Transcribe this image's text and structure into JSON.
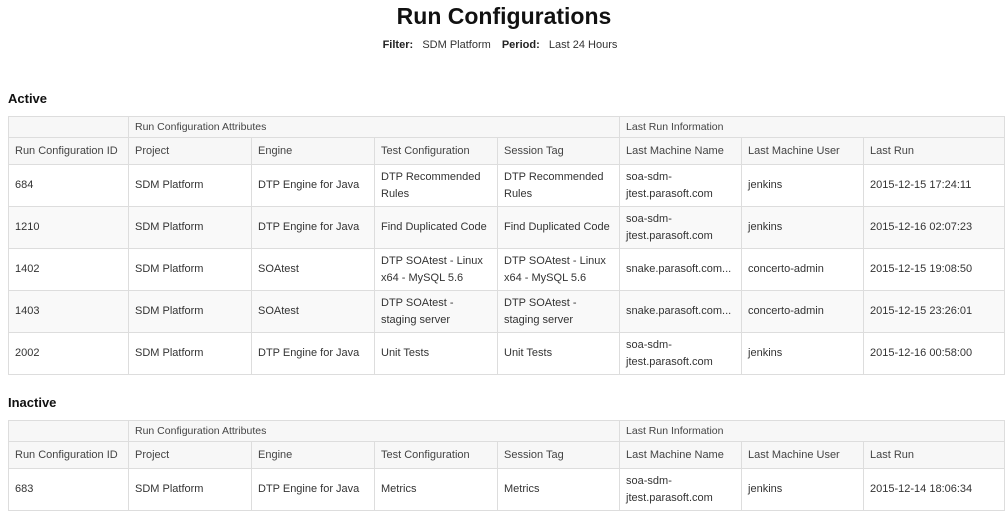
{
  "page": {
    "title": "Run Configurations",
    "filter_label": "Filter:",
    "filter_value": "SDM Platform",
    "period_label": "Period:",
    "period_value": "Last 24 Hours"
  },
  "groups": {
    "attributes": "Run Configuration Attributes",
    "last_run": "Last Run Information"
  },
  "columns": {
    "id": "Run Configuration ID",
    "project": "Project",
    "engine": "Engine",
    "test_config": "Test Configuration",
    "session_tag": "Session Tag",
    "machine_name": "Last Machine Name",
    "machine_user": "Last Machine User",
    "last_run": "Last Run"
  },
  "active": {
    "title": "Active",
    "rows": [
      {
        "id": "684",
        "project": "SDM Platform",
        "engine": "DTP Engine for Java",
        "test_config": "DTP Recommended Rules",
        "session_tag": "DTP Recommended Rules",
        "machine_name": "soa-sdm-jtest.parasoft.com",
        "machine_user": "jenkins",
        "last_run": "2015-12-15 17:24:11"
      },
      {
        "id": "1210",
        "project": "SDM Platform",
        "engine": "DTP Engine for Java",
        "test_config": "Find Duplicated Code",
        "session_tag": "Find Duplicated Code",
        "machine_name": "soa-sdm-jtest.parasoft.com",
        "machine_user": "jenkins",
        "last_run": "2015-12-16 02:07:23"
      },
      {
        "id": "1402",
        "project": "SDM Platform",
        "engine": "SOAtest",
        "test_config": "DTP SOAtest - Linux x64 - MySQL 5.6",
        "session_tag": "DTP SOAtest - Linux x64 - MySQL 5.6",
        "machine_name": "snake.parasoft.com...",
        "machine_user": "concerto-admin",
        "last_run": "2015-12-15 19:08:50"
      },
      {
        "id": "1403",
        "project": "SDM Platform",
        "engine": "SOAtest",
        "test_config": "DTP SOAtest - staging server",
        "session_tag": "DTP SOAtest - staging server",
        "machine_name": "snake.parasoft.com...",
        "machine_user": "concerto-admin",
        "last_run": "2015-12-15 23:26:01"
      },
      {
        "id": "2002",
        "project": "SDM Platform",
        "engine": "DTP Engine for Java",
        "test_config": "Unit Tests",
        "session_tag": "Unit Tests",
        "machine_name": "soa-sdm-jtest.parasoft.com",
        "machine_user": "jenkins",
        "last_run": "2015-12-16 00:58:00"
      }
    ]
  },
  "inactive": {
    "title": "Inactive",
    "rows": [
      {
        "id": "683",
        "project": "SDM Platform",
        "engine": "DTP Engine for Java",
        "test_config": "Metrics",
        "session_tag": "Metrics",
        "machine_name": "soa-sdm-jtest.parasoft.com",
        "machine_user": "jenkins",
        "last_run": "2015-12-14 18:06:34"
      }
    ]
  }
}
